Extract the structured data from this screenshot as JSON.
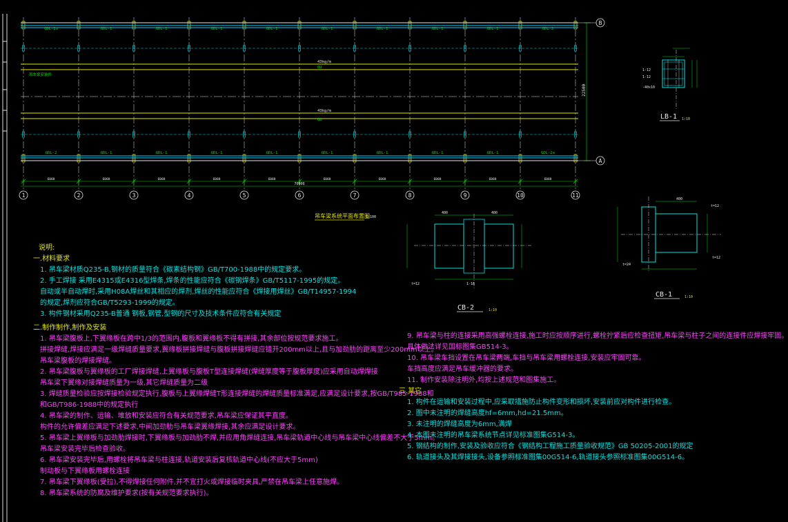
{
  "plan": {
    "title": "吊车梁系统平面布置图",
    "title_scale": "1:100",
    "axes_numbers": [
      "1",
      "2",
      "3",
      "4",
      "5",
      "6",
      "7",
      "8",
      "9",
      "10",
      "11"
    ],
    "axes_letters": [
      "B",
      "A"
    ],
    "span_dims": [
      "6000",
      "6000",
      "6000",
      "6000",
      "6000",
      "6000",
      "6000",
      "6000",
      "6000",
      "6000"
    ],
    "total_dim": "70000",
    "height_dim": "22500",
    "beam_top_labels": [
      "GDL-2a",
      "GDL-1",
      "GDL-1",
      "GDL-1",
      "GDL-1",
      "GDL-1",
      "GDL-1",
      "GDL-1",
      "GDL-1",
      "GDL-2"
    ],
    "beam_bottom_labels": [
      "GDL-2",
      "GDL-1",
      "GDL-1",
      "GDL-1",
      "GDL-1",
      "GDL-1",
      "GDL-1",
      "GDL-1",
      "GDL-1",
      "GDL-2a"
    ],
    "rail_top": [
      "43kg/m",
      "QU"
    ],
    "rail_bottom": [
      "43kg/m",
      "QU"
    ],
    "left_note": "吊车梁安装件"
  },
  "sections": {
    "lb1": {
      "title": "LB-1",
      "scale": "1:10",
      "dims": [
        "1-12",
        "1-12",
        "-40x10"
      ]
    },
    "cb2": {
      "title": "CB-2",
      "scale": "1:10",
      "dims": [
        "400",
        "400",
        "1-16",
        "t=12"
      ]
    },
    "cb1": {
      "title": "CB-1",
      "scale": "1:10",
      "dims": [
        "400",
        "t=12",
        "t=24",
        "t=12"
      ]
    }
  },
  "notes_left": {
    "heading": "说明:",
    "sec1_title": "一.材料要求",
    "items": [
      "1. 吊车梁材质Q235-B,钢材的质量符合《碳素结构钢》GB/T700-1988中的规定要求。",
      "2. 手工焊接  采用E4315或E4316型焊条,焊条的性能应符合《碳钢焊条》GB/T5117-1995的规定。",
      "    自动或半自动焊时,采用H08A焊丝和其相应的焊剂,焊丝的性能应符合《焊接用焊丝》GB/T14957-1994",
      "    的规定,焊剂应符合GB/T5293-1999的规定。",
      "3. 构件钢材采用Q235-B普通 钢板,钢管,型钢的尺寸及技术条件应符合有关规定"
    ],
    "sec2_title": "二.制作制作,制作及安装",
    "items2": [
      "1. 吊车梁腹板上,下翼缘板在跨中1/3的范围内,腹板和翼缘板不得有拼接,其余部位按规范要求施工。",
      "    拼接焊缝,焊接应满足一级焊缝质量要求,翼缘板拼接焊缝与腹板拼接焊缝应错开200mm以上,且与加劲肋的距离至少200mm以上。",
      "    吊车梁腹板的焊接焊缝。",
      "2. 吊车梁腹板与翼缘板的工厂焊接焊缝,上翼缘板与腹板T型连接焊缝(焊缝厚度等于腹板厚度)应采用自动焊焊接",
      "    吊车梁下翼缘对接焊缝质量为一级,其它焊缝质量为二级",
      "3. 焊缝质量检验应按焊接检验规定执行,腹板与上翼缘焊缝T形连接焊缝的焊缝质量标准满足,应满足设计要求,按GB/T985-1988和",
      "    和GB/T986-1988中的规定执行",
      "4. 吊车梁的制作、运输、堆放和安装应符合有关规范要求,吊车梁应保证其平直度。",
      "    构件的允许偏差应满足下述要求,中间加劲肋与吊车梁翼缘焊接,其余应满足设计要求。",
      "5. 吊车梁上翼缘板与加劲肋焊接时,下翼缘板与加劲肋不焊,并应用角焊缝连接,吊车梁轨道中心线与吊车梁中心线偏差不大于5mm。",
      "    吊车梁安装完毕后检查验收。",
      "6. 吊车梁安装完毕后,用螺栓将吊车梁与柱连接,轨道安装后复核轨道中心线(不应大于5mm)",
      "    制动板与下翼缘板用螺栓连接",
      "7. 吊车梁下翼缘板(受拉),不得焊接任何附件,并不宜打火或焊接临时夹具,严禁在吊车梁上任意施焊。",
      "8. 吊车梁系统的防腐及维护要求(按有关规范要求执行)。"
    ]
  },
  "notes_right": {
    "items": [
      "9. 吊车梁与柱的连接采用高强螺栓连接,施工时应按顺序进行,螺栓拧紧后应检查扭矩,吊车梁与柱子之间的连接件应焊接牢固。",
      "    具体做法详见国标图集GB514-3。",
      "10. 吊车梁车挡设置在吊车梁两端,车挡与吊车梁用螺栓连接,安装应牢固可靠。",
      "    车挡高度应满足吊车缓冲器的要求。",
      "11. 制作安装除注明外,均按上述规范和图集施工。"
    ],
    "sec3_title": "三.其它",
    "items3": [
      "1. 构件在运输和安装过程中,应采取措施防止构件变形和损坏,安装前应对构件进行检查。",
      "2. 图中未注明的焊缝高度hf=6mm,hd=21.5mm。",
      "3. 未注明的焊缝高度为6mm,满焊",
      "4. 本图未注明的吊车梁系统节点详见标准图集G514-3。",
      "5. 钢结构的制作,安装及验收应符合《钢结构工程施工质量验收规范》GB 50205-2001的规定",
      "6. 轨道接头及其焊接接头,设备参照标准图集00G514-6,轨道接头参照标准图集00G514-6。"
    ]
  }
}
